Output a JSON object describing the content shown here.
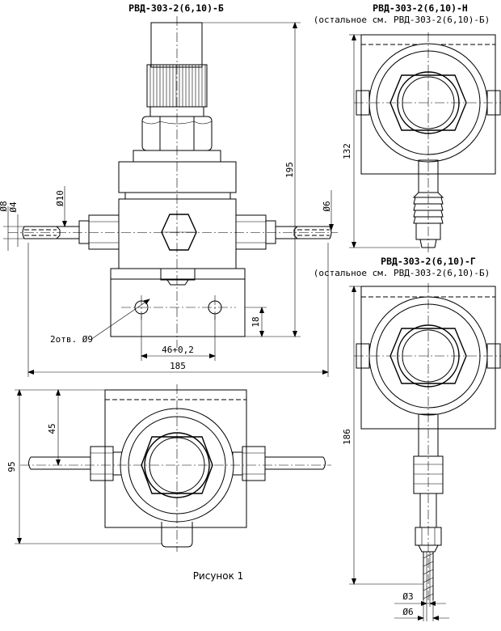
{
  "titles": {
    "main": "РВД-303-2(6,10)-Б",
    "variant_h": "РВД-303-2(6,10)-Н",
    "variant_h_note": "(остальное см. РВД-303-2(6,10)-Б)",
    "variant_g": "РВД-303-2(6,10)-Г",
    "variant_g_note": "(остальное см. РВД-303-2(6,10)-Б)"
  },
  "dimensions": {
    "height_195": "195",
    "width_185": "185",
    "d8": "Ø8",
    "d4": "Ø4",
    "d10": "Ø10",
    "d6_right": "Ø6",
    "holes": "2отв. Ø9",
    "spacing": "46+0,2",
    "dim_18": "18",
    "dim_45": "45",
    "dim_95": "95",
    "dim_132": "132",
    "dim_186": "186",
    "d3_bottom": "Ø3",
    "d6_bottom": "Ø6"
  },
  "caption": "Рисунок 1"
}
